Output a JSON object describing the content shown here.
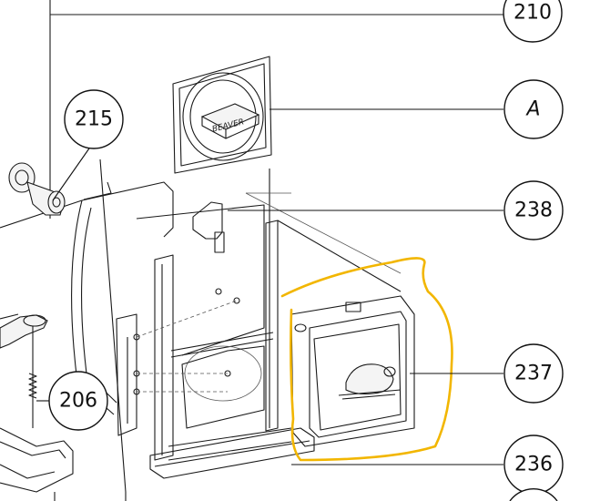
{
  "diagram": {
    "callouts": [
      {
        "id": "210",
        "label": "210"
      },
      {
        "id": "215",
        "label": "215"
      },
      {
        "id": "A",
        "label": "A"
      },
      {
        "id": "238",
        "label": "238"
      },
      {
        "id": "206",
        "label": "206"
      },
      {
        "id": "237",
        "label": "237"
      },
      {
        "id": "236",
        "label": "236"
      }
    ],
    "logo_text": "BEAVER",
    "highlight": {
      "target": "237",
      "color": "#f2b600"
    }
  }
}
